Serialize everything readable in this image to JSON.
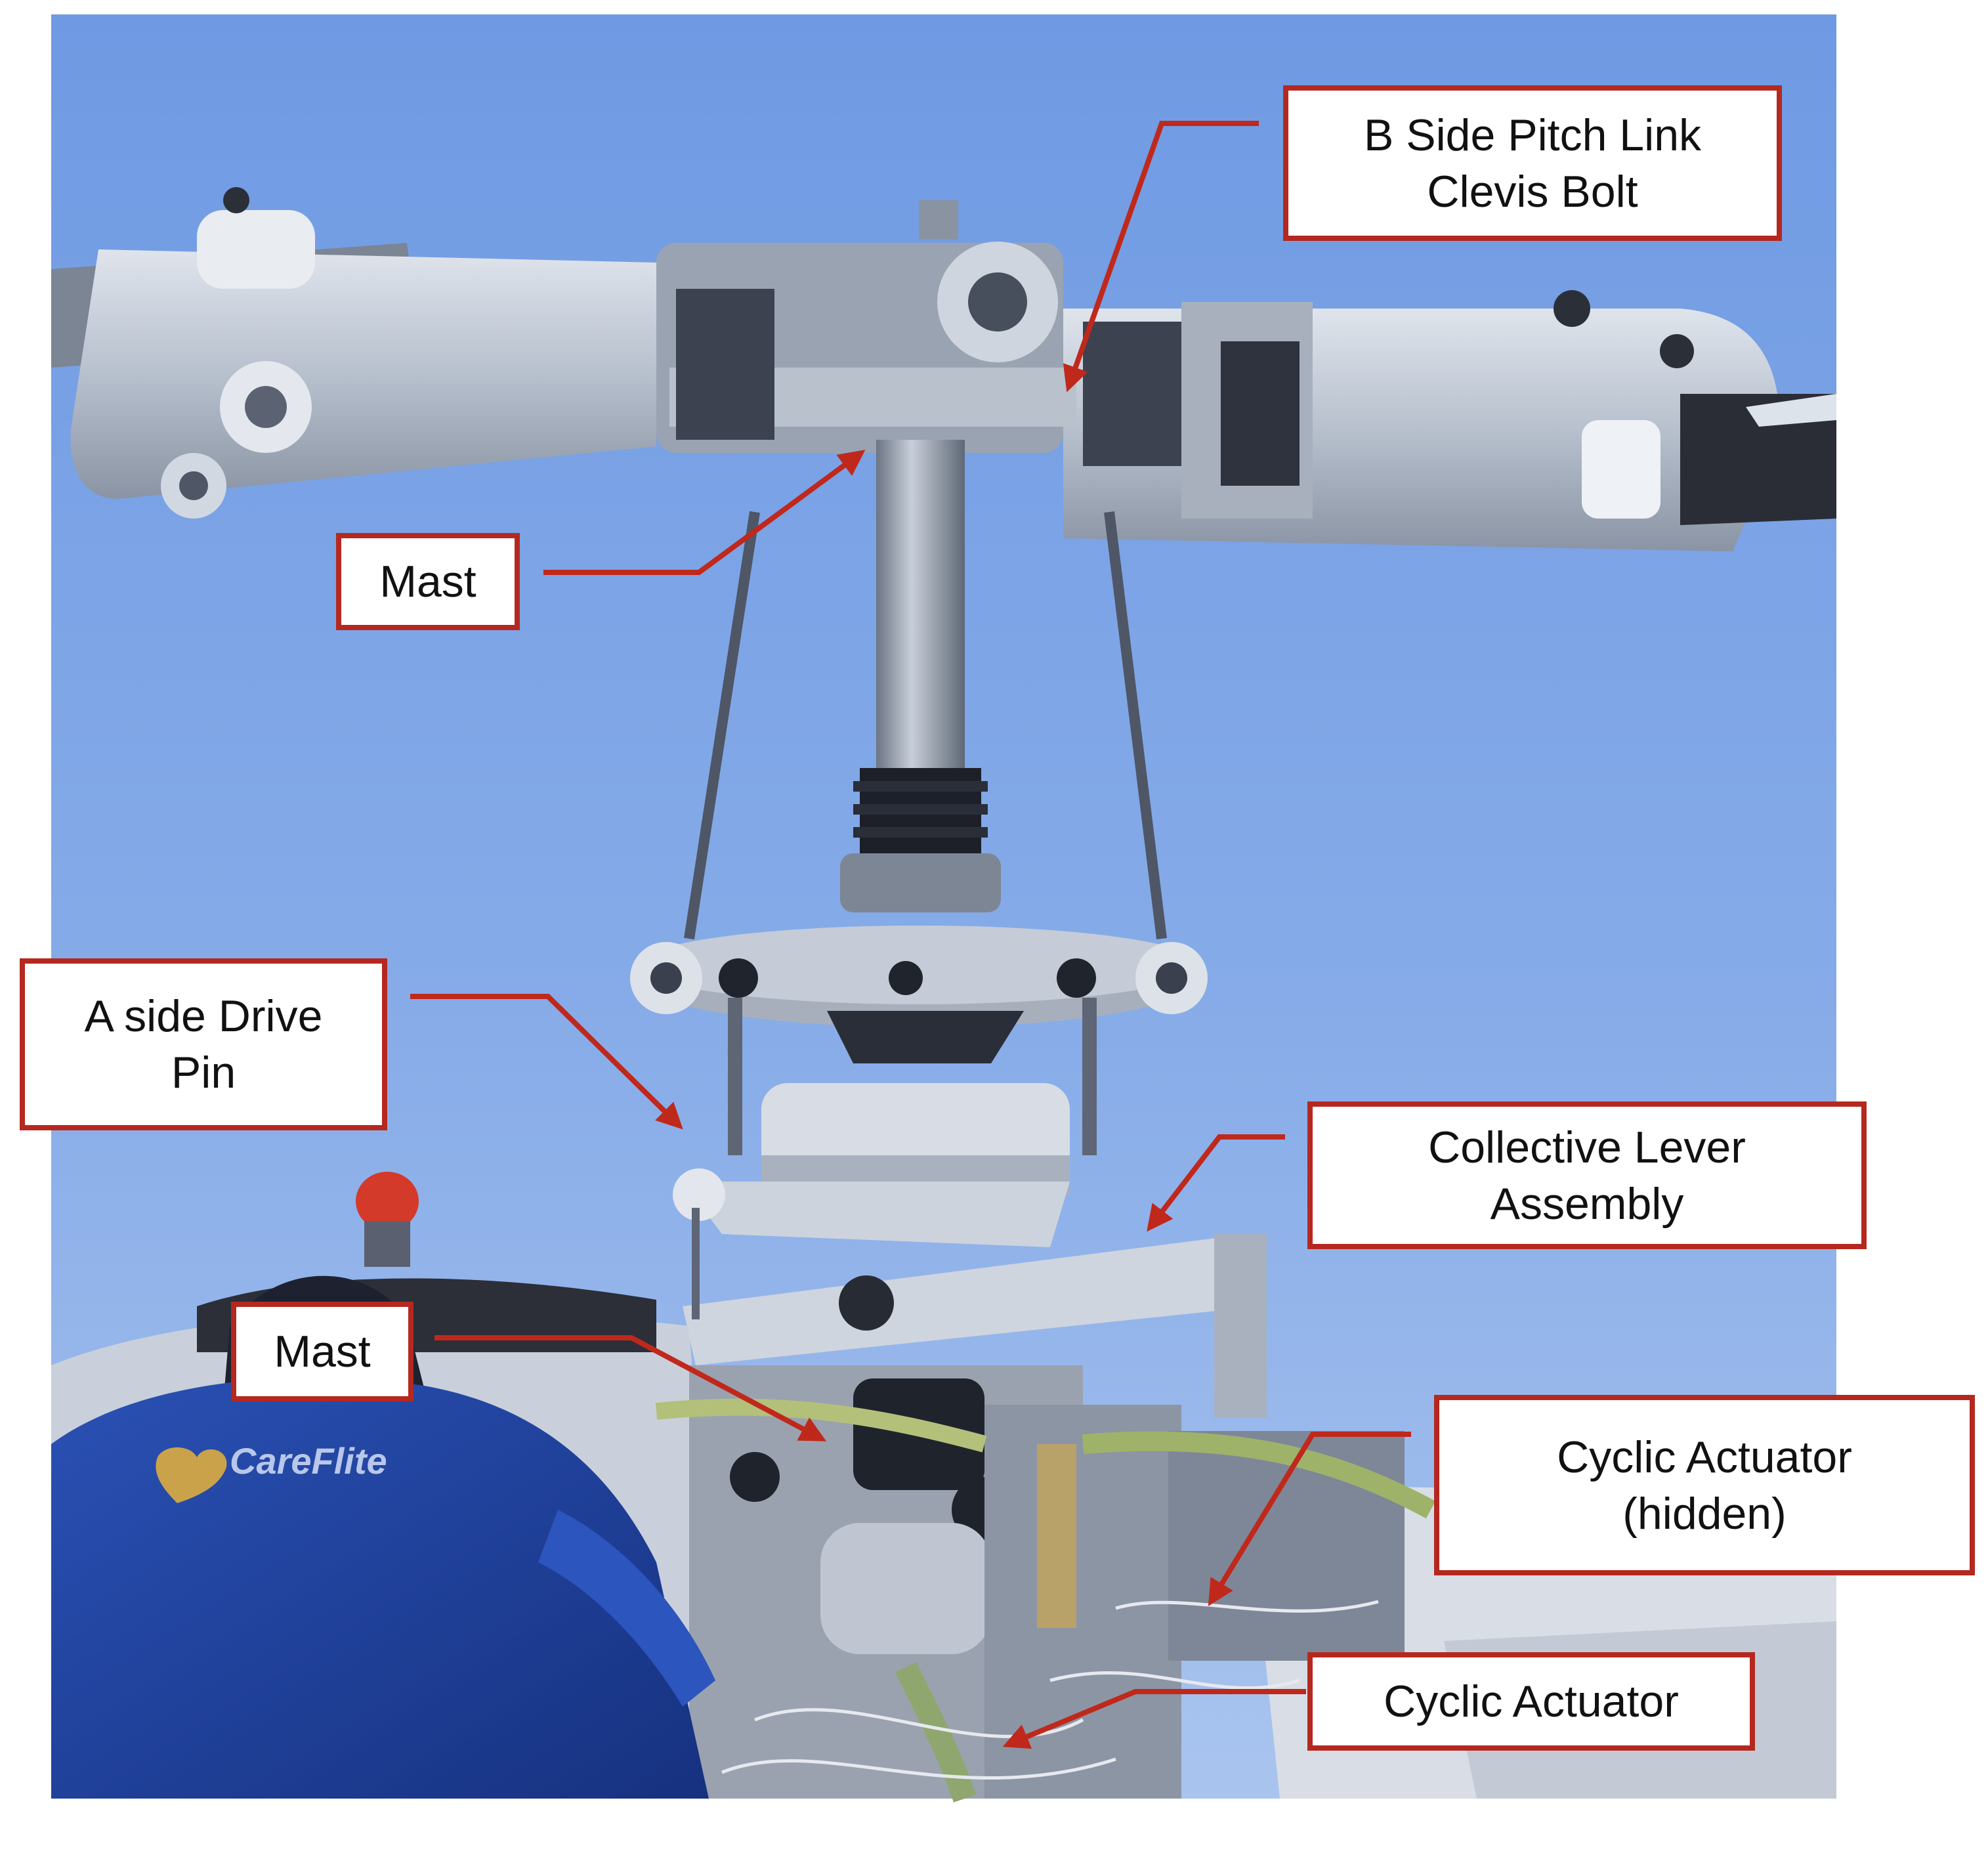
{
  "image": {
    "sky_color": "#7ea6e6",
    "callout_border_color": "#b5281f",
    "arrow_color": "#c0281c",
    "jacket_color": "#1f3f9e",
    "metal_color": "#c4cbd6",
    "jacket_logo": "CareFlite"
  },
  "callouts": {
    "b_side_pitch_link": {
      "line1": "B Side Pitch Link",
      "line2": "Clevis Bolt"
    },
    "mast_upper": {
      "line1": "Mast"
    },
    "a_side_drive_pin": {
      "line1": "A side Drive",
      "line2": "Pin"
    },
    "collective_lever": {
      "line1": "Collective Lever",
      "line2": "Assembly"
    },
    "mast_lower": {
      "line1": "Mast"
    },
    "cyclic_actuator_hidden": {
      "line1": "Cyclic Actuator",
      "line2": "(hidden)"
    },
    "cyclic_actuator": {
      "line1": "Cyclic Actuator"
    }
  }
}
